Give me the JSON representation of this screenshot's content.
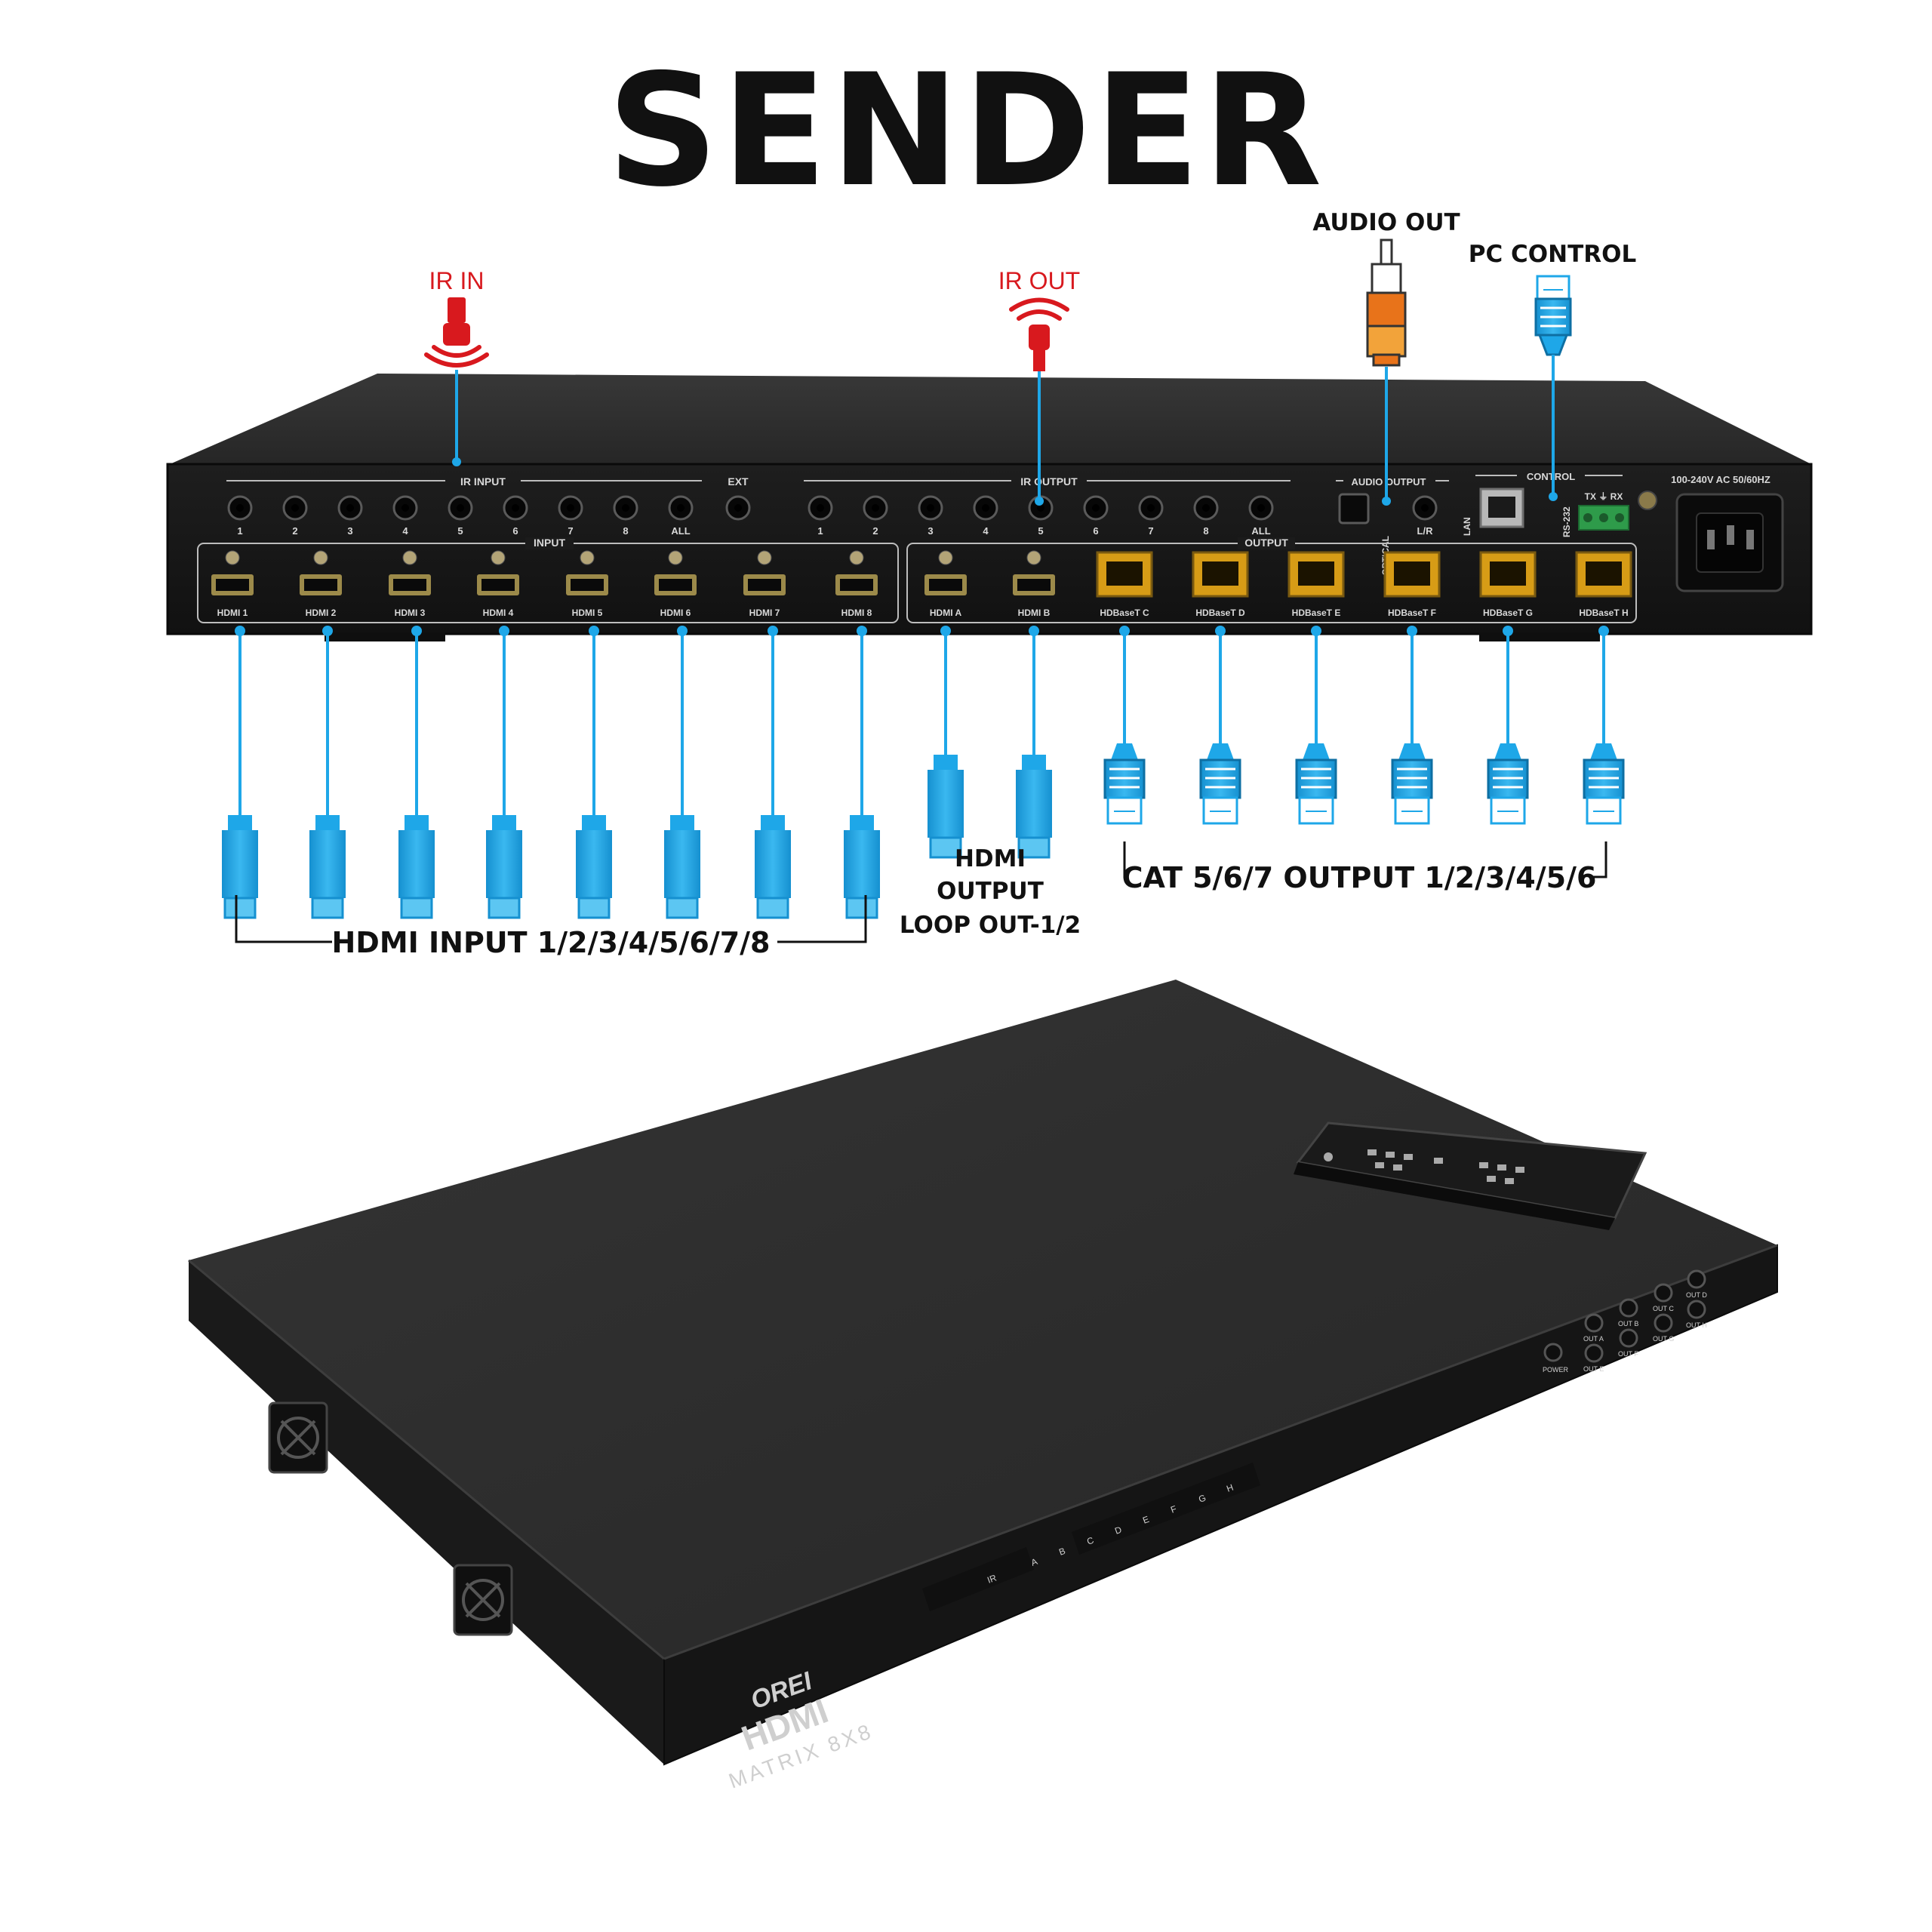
{
  "title": "SENDER",
  "callouts": {
    "ir_in": "IR IN",
    "ir_out": "IR OUT",
    "audio_out": "AUDIO OUT",
    "pc_control": "PC CONTROL",
    "hdmi_output_line1": "HDMI",
    "hdmi_output_line2": "OUTPUT",
    "hdmi_output_line3": "LOOP OUT-1/2",
    "cat_output": "CAT 5/6/7 OUTPUT 1/2/3/4/5/6",
    "hdmi_input": "HDMI INPUT 1/2/3/4/5/6/7/8"
  },
  "rear_panel": {
    "ir_input_label": "IR INPUT",
    "ext_label": "EXT",
    "ir_output_label": "IR OUTPUT",
    "audio_output_label": "AUDIO OUTPUT",
    "control_label": "CONTROL",
    "power_label": "100-240V AC 50/60HZ",
    "input_label": "INPUT",
    "output_label": "OUTPUT",
    "optical_label": "OPTICAL",
    "lr_label": "L/R",
    "lan_label": "LAN",
    "rs232_label": "RS-232",
    "txrx_label": "TX ⏚ RX",
    "ir_input_ports": [
      "1",
      "2",
      "3",
      "4",
      "5",
      "6",
      "7",
      "8",
      "ALL"
    ],
    "ir_output_ports": [
      "1",
      "2",
      "3",
      "4",
      "5",
      "6",
      "7",
      "8",
      "ALL"
    ],
    "hdmi_inputs": [
      "HDMI 1",
      "HDMI 2",
      "HDMI 3",
      "HDMI 4",
      "HDMI 5",
      "HDMI 6",
      "HDMI 7",
      "HDMI 8"
    ],
    "hdmi_outputs": [
      "HDMI A",
      "HDMI B"
    ],
    "hdbaset_outputs": [
      "HDBaseT C",
      "HDBaseT D",
      "HDBaseT E",
      "HDBaseT F",
      "HDBaseT G",
      "HDBaseT H"
    ]
  },
  "front_panel": {
    "brand": "OREI",
    "logo": "HDMI",
    "model": "MATRIX 8X8",
    "ir_label": "IR",
    "indicator_letters": [
      "A",
      "B",
      "C",
      "D",
      "E",
      "F",
      "G",
      "H"
    ],
    "power_label": "POWER",
    "out_buttons": [
      "OUT A",
      "OUT B",
      "OUT C",
      "OUT D",
      "OUT E",
      "OUT F",
      "OUT G",
      "OUT H"
    ]
  },
  "colors": {
    "cable_blue": "#1ea7e8",
    "ir_red": "#d8191e",
    "rca_orange": "#e8731a",
    "rj45_gold": "#e0a81c",
    "chassis": "#2a2a2a"
  }
}
